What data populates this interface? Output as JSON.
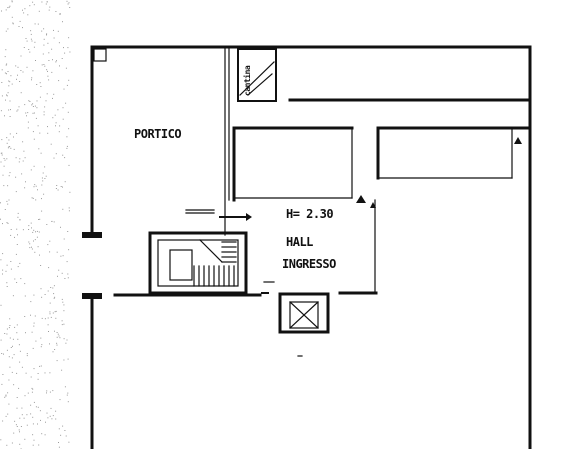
{
  "floorplan": {
    "rooms": {
      "portico": "PORTICO",
      "hall_line1": "HALL",
      "hall_line2": "INGRESSO",
      "ceiling_height": "H= 2.30",
      "small_room": "cantina"
    },
    "colors": {
      "ink": "#111111",
      "paper": "#ffffff",
      "speckle": "#9a9a9a"
    }
  }
}
